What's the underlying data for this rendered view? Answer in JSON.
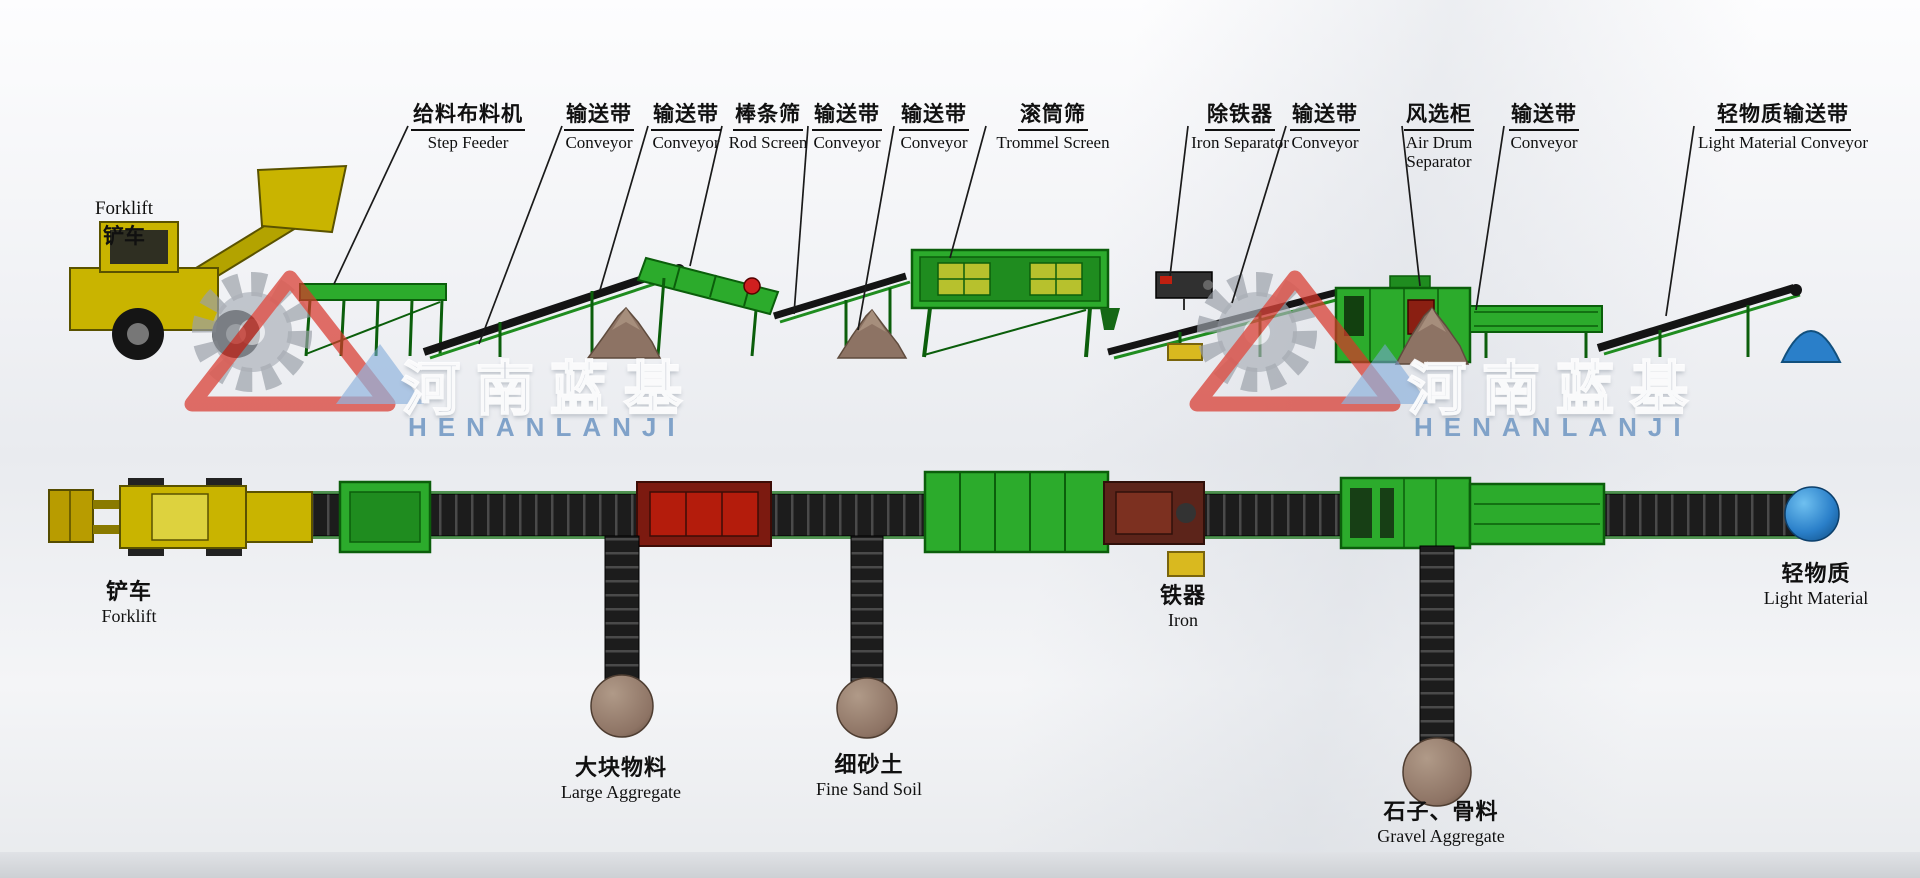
{
  "brand": {
    "watermark_cn": "河南蓝基",
    "watermark_en": "HENANLANJI"
  },
  "side_view": {
    "forklift_label": {
      "en": "Forklift",
      "cn": "铲车"
    },
    "equipment_labels": [
      {
        "cn": "给料布料机",
        "en": "Step Feeder"
      },
      {
        "cn": "输送带",
        "en": "Conveyor"
      },
      {
        "cn": "输送带",
        "en": "Conveyor"
      },
      {
        "cn": "棒条筛",
        "en": "Rod Screen"
      },
      {
        "cn": "输送带",
        "en": "Conveyor"
      },
      {
        "cn": "输送带",
        "en": "Conveyor"
      },
      {
        "cn": "滚筒筛",
        "en": "Trommel Screen"
      },
      {
        "cn": "除铁器",
        "en": "Iron Separator"
      },
      {
        "cn": "输送带",
        "en": "Conveyor"
      },
      {
        "cn": "风选柜",
        "en": "Air Drum Separator"
      },
      {
        "cn": "输送带",
        "en": "Conveyor"
      },
      {
        "cn": "轻物质输送带",
        "en": "Light Material Conveyor"
      }
    ]
  },
  "plan_view": {
    "labels": {
      "forklift": {
        "cn": "铲车",
        "en": "Forklift"
      },
      "large_aggregate": {
        "cn": "大块物料",
        "en": "Large Aggregate"
      },
      "fine_sand_soil": {
        "cn": "细砂土",
        "en": "Fine Sand Soil"
      },
      "iron": {
        "cn": "铁器",
        "en": "Iron"
      },
      "gravel_aggregate": {
        "cn": "石子、骨料",
        "en": "Gravel Aggregate"
      },
      "light_material": {
        "cn": "轻物质",
        "en": "Light Material"
      }
    }
  },
  "colors": {
    "machine_green": "#2cab2c",
    "machine_green_dark": "#0b5e0b",
    "machine_green_mid": "#1f8c1f",
    "forklift_yellow": "#c9b400",
    "pile_brown": "#8d7364",
    "iron_box_yellow": "#d9b91f",
    "light_material_blue": "#2a7fc9",
    "red_unit": "#8a1f12",
    "logo_red": "#d8352a",
    "logo_gray": "#9aa0a8",
    "logo_blue": "#7aa7d9",
    "watermark_text_blue": "#7b9fc7",
    "label_ink": "#111111"
  }
}
